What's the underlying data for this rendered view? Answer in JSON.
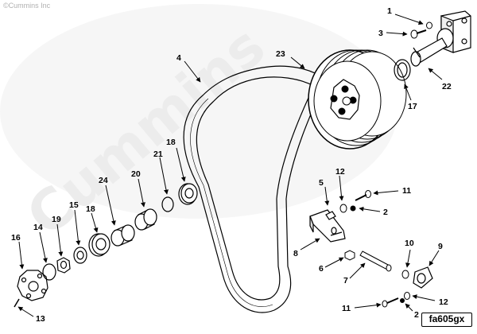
{
  "copyright": "©Cummins Inc",
  "watermark": "Cummins",
  "figure_id": "fa605gx",
  "callouts": {
    "c1": "1",
    "c2": "2",
    "c2b": "2",
    "c3": "3",
    "c4": "4",
    "c5": "5",
    "c6": "6",
    "c7": "7",
    "c8": "8",
    "c9": "9",
    "c10": "10",
    "c11": "11",
    "c11b": "11",
    "c12": "12",
    "c12b": "12",
    "c13": "13",
    "c14": "14",
    "c15": "15",
    "c16": "16",
    "c17": "17",
    "c18": "18",
    "c18b": "18",
    "c19": "19",
    "c20": "20",
    "c21": "21",
    "c22": "22",
    "c23": "23",
    "c24": "24"
  }
}
